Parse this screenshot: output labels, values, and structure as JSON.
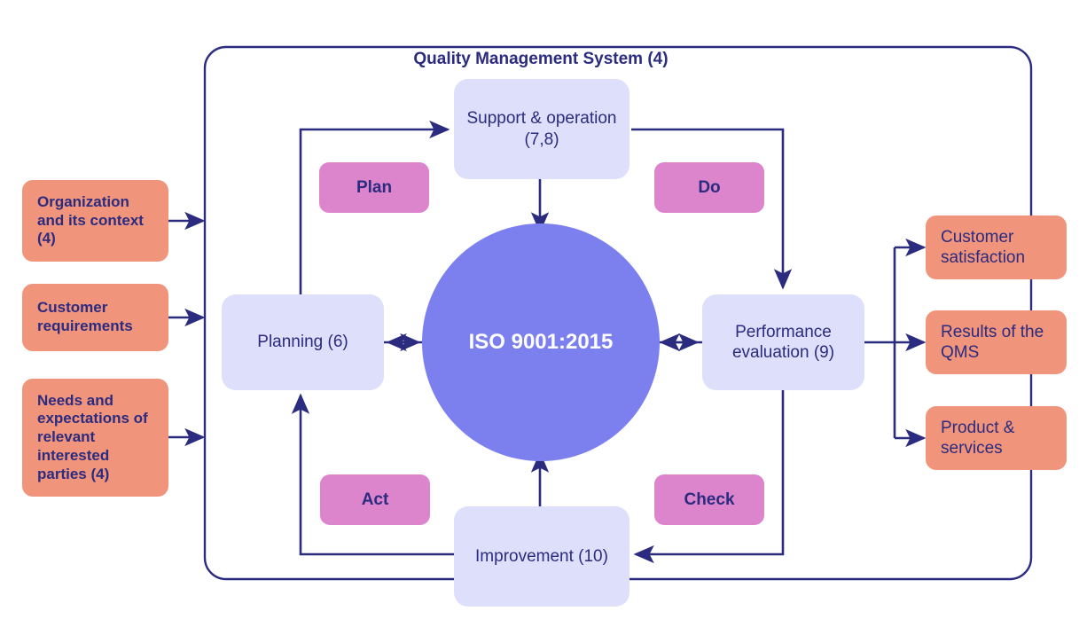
{
  "diagram": {
    "title": "Quality Management System (4)",
    "core_label": "ISO 9001:2015",
    "colors": {
      "input_output_box": "#F0947B",
      "process_box": "#DEDFFA",
      "pdca_box": "#DD85CC",
      "core_circle": "#7C80EE",
      "text": "#2b2b7f",
      "line": "#2b2b7f",
      "background": "#ffffff"
    },
    "inputs": [
      {
        "id": "organization-context",
        "label": "Organization and its context (4)"
      },
      {
        "id": "customer-requirements",
        "label": "Customer requirements"
      },
      {
        "id": "interested-parties",
        "label": "Needs and expectations of relevant interested parties (4)"
      }
    ],
    "outputs": [
      {
        "id": "customer-satisfaction",
        "label": "Customer satisfaction"
      },
      {
        "id": "results-of-qms",
        "label": "Results of the QMS"
      },
      {
        "id": "product-services",
        "label": "Product & services"
      }
    ],
    "processes": [
      {
        "id": "support-operation",
        "label": "Support & operation (7,8)"
      },
      {
        "id": "performance-evaluation",
        "label": "Performance evaluation (9)"
      },
      {
        "id": "improvement",
        "label": "Improvement (10)"
      },
      {
        "id": "planning",
        "label": "Planning (6)"
      }
    ],
    "pdca": [
      {
        "id": "plan",
        "label": "Plan"
      },
      {
        "id": "do",
        "label": "Do"
      },
      {
        "id": "check",
        "label": "Check"
      },
      {
        "id": "act",
        "label": "Act"
      }
    ]
  }
}
